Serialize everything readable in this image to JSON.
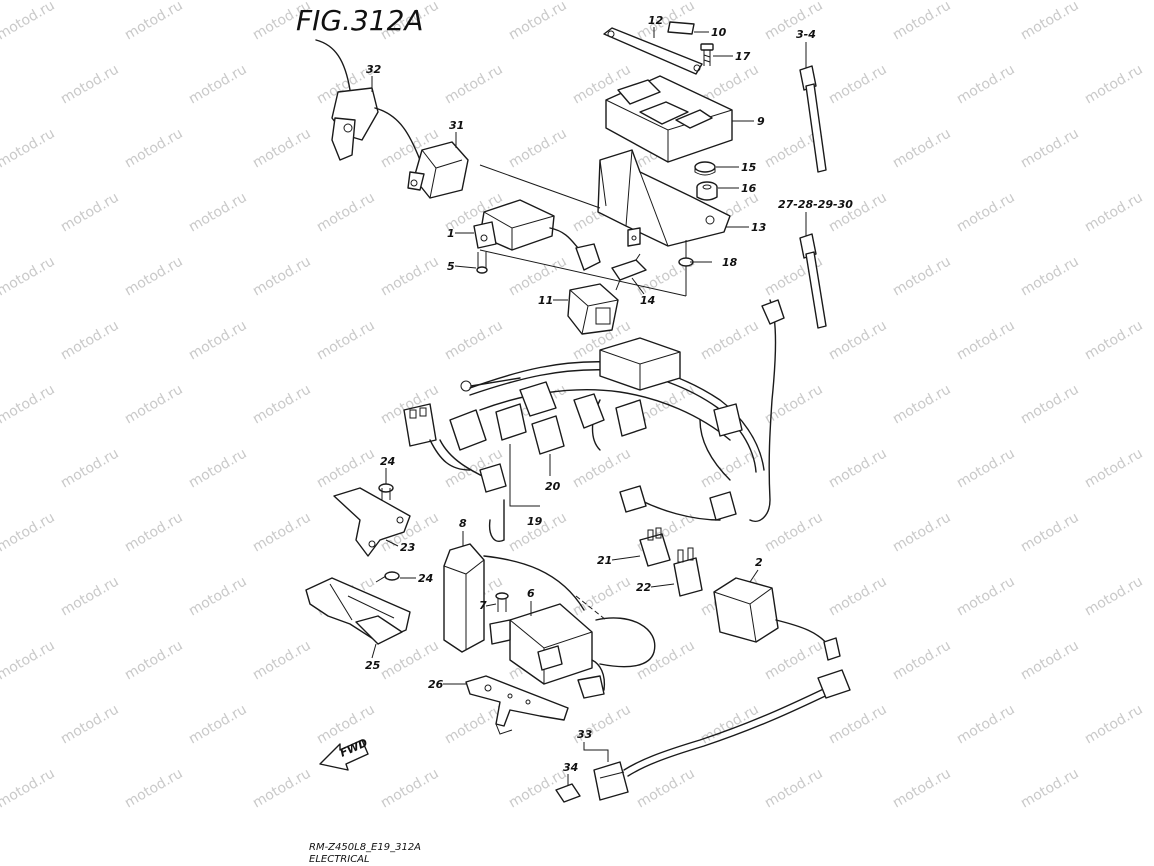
{
  "figure_title": "FIG.312A",
  "footer": {
    "code": "RM-Z450L8_E19_312A",
    "section": "ELECTRICAL"
  },
  "watermark": "motod.ru",
  "fwd_label": "FWD",
  "callouts": {
    "p1": "1",
    "p2": "2",
    "p34": "3-4",
    "p5": "5",
    "p6": "6",
    "p7": "7",
    "p8": "8",
    "p9": "9",
    "p10": "10",
    "p11": "11",
    "p12": "12",
    "p13": "13",
    "p14": "14",
    "p15": "15",
    "p16": "16",
    "p17": "17",
    "p18": "18",
    "p19": "19",
    "p20": "20",
    "p21": "21",
    "p22": "22",
    "p23": "23",
    "p24a": "24",
    "p24b": "24",
    "p25": "25",
    "p26": "26",
    "p2730": "27-28-29-30",
    "p31": "31",
    "p32": "32",
    "p33": "33",
    "p34b": "34"
  }
}
